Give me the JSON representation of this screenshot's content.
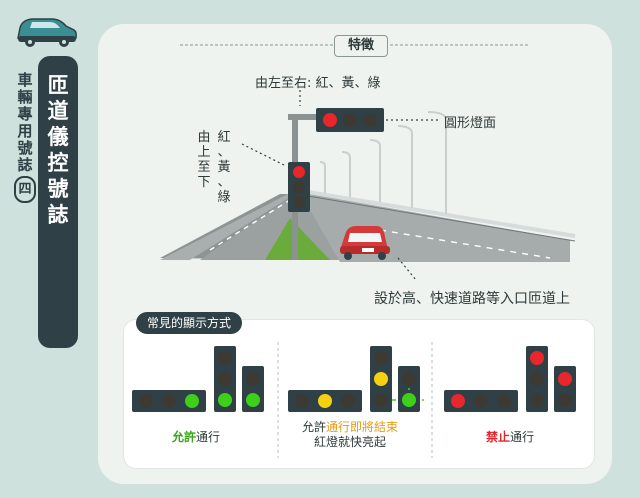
{
  "side": {
    "small_title_chars": [
      "車",
      "輛",
      "專",
      "用",
      "號",
      "誌"
    ],
    "small_title_paren": "四",
    "main_title_chars": [
      "匝",
      "道",
      "儀",
      "控",
      "號",
      "誌"
    ]
  },
  "features": {
    "tab": "特徵",
    "order_horizontal": "由左至右: 紅、黃、綠",
    "order_vertical_chars": [
      "由",
      "上",
      "至",
      "下"
    ],
    "order_vertical_colors": [
      "紅",
      "黃",
      "綠"
    ],
    "round_face": "圓形燈面",
    "location": "設於高、快速道路等入口匝道上"
  },
  "display": {
    "tab": "常見的顯示方式",
    "case1": {
      "highlight": "允許",
      "rest": "通行"
    },
    "case2": {
      "line1_prefix": "允許",
      "line1_highlight": "通行即將結束",
      "line2": "紅燈就快亮起"
    },
    "case3": {
      "highlight": "禁止",
      "rest": "通行"
    }
  },
  "colors": {
    "background": "#cfe1dc",
    "panel": "#eef3ef",
    "dark": "#2f4146",
    "lamp_red": "#e8262b",
    "lamp_yellow": "#f5d10f",
    "lamp_green": "#3ecf18",
    "lamp_off": "#3d3a33"
  }
}
